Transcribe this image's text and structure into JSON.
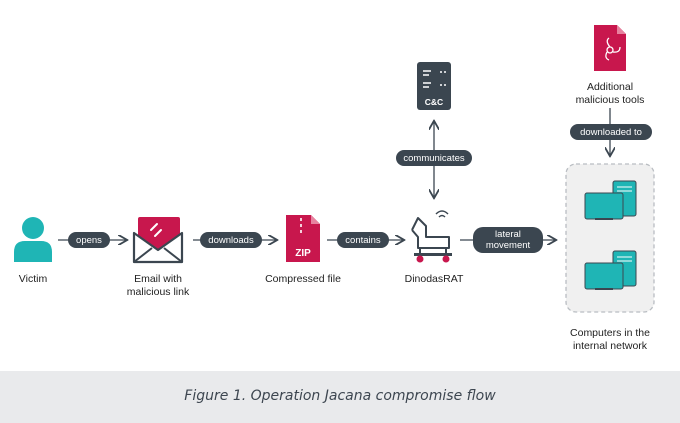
{
  "nodes": {
    "victim": "Victim",
    "email": "Email with\nmalicious link",
    "compressed": "Compressed file",
    "zip_text": "ZIP",
    "rat": "DinodasRAT",
    "cnc_text": "C&C",
    "tools": "Additional\nmalicious tools",
    "computers": "Computers in the\ninternal network"
  },
  "edges": {
    "opens": "opens",
    "downloads": "downloads",
    "contains": "contains",
    "lateral": "lateral\nmovement",
    "communicates": "communicates",
    "downloaded_to": "downloaded to"
  },
  "caption": "Figure 1. Operation Jacana compromise flow",
  "colors": {
    "teal": "#1fb5b5",
    "crimson": "#c8174d",
    "dark": "#3b4650",
    "gray_box": "#f0f0f0",
    "dash": "#b9bdc2"
  }
}
